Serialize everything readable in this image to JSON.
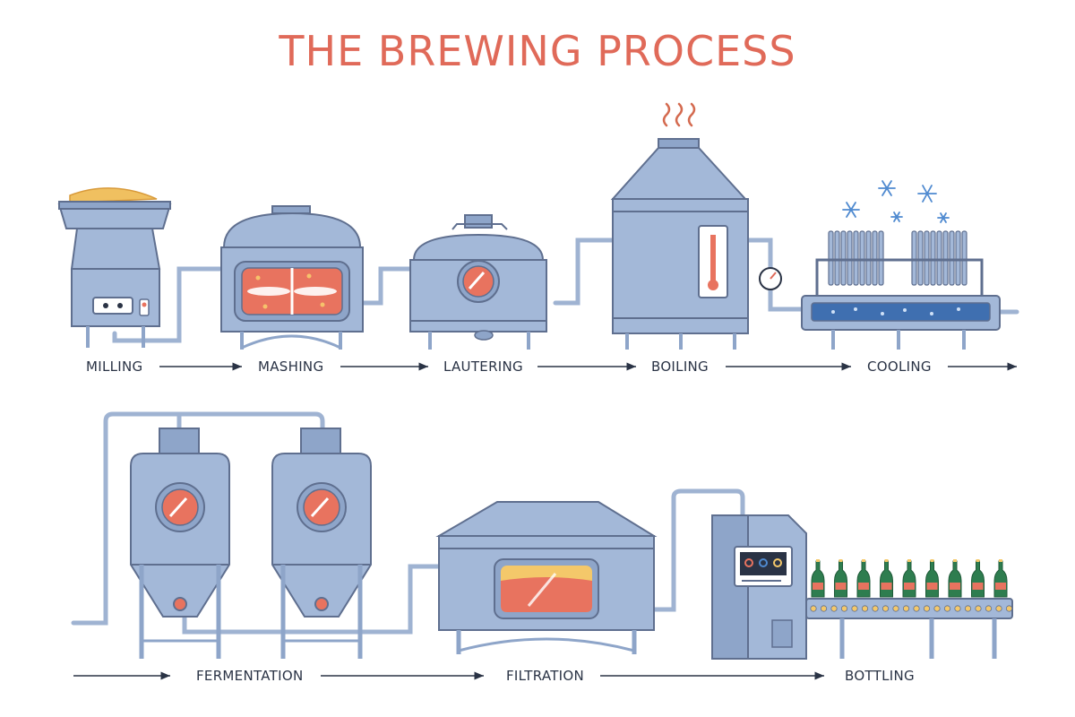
{
  "title": "THE BREWING PROCESS",
  "steps": [
    {
      "label": "MILLING"
    },
    {
      "label": "MASHING"
    },
    {
      "label": "LAUTERING"
    },
    {
      "label": "BOILING"
    },
    {
      "label": "COOLING"
    },
    {
      "label": "FERMENTATION"
    },
    {
      "label": "FILTRATION"
    },
    {
      "label": "BOTTLING"
    }
  ],
  "colors": {
    "title": "#e06a59",
    "machine": "#a3b8d8",
    "machine_dark": "#8ea5c9",
    "outline": "#5f6f8f",
    "window": "#e8735f",
    "pipe": "#9fb3d2",
    "bottle": "#2e7d4f",
    "text": "#2a3345"
  }
}
